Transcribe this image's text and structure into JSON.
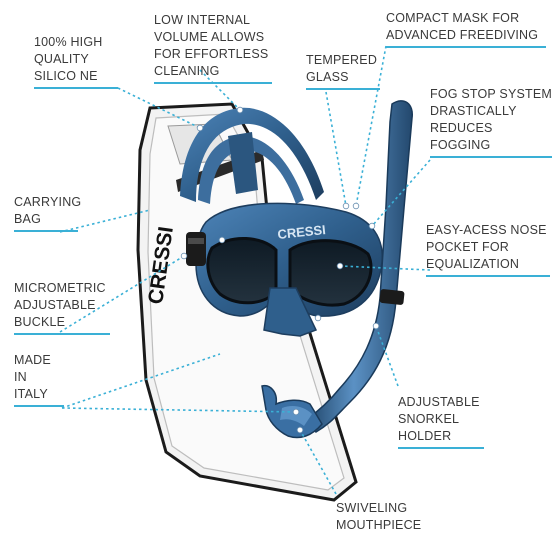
{
  "brand": {
    "mask_logo": "CRESSI",
    "bag_logo": "CRESSI"
  },
  "colors": {
    "accent": "#3ab0d6",
    "mask_blue": "#2f5f8c",
    "text": "#3a3a3a"
  },
  "labels": [
    {
      "id": "silicone",
      "lines": [
        "100% HIGH",
        "QUALITY",
        "SILICO  NE"
      ]
    },
    {
      "id": "volume",
      "lines": [
        "LOW INTERNAL",
        "VOLUME ALLOWS",
        "FOR EFFORTLESS",
        "CLEANING"
      ]
    },
    {
      "id": "tempered",
      "lines": [
        "TEMPERED",
        "GLASS"
      ]
    },
    {
      "id": "compact",
      "lines": [
        "COMPACT MASK FOR",
        "ADVANCED FREEDIVING"
      ]
    },
    {
      "id": "fog",
      "lines": [
        "FOG STOP SYSTEM",
        "DRASTICALLY",
        "REDUCES",
        "FOGGING"
      ]
    },
    {
      "id": "bag",
      "lines": [
        "CARRYING",
        "BAG"
      ]
    },
    {
      "id": "nose",
      "lines": [
        "EASY-ACESS NOSE",
        "POCKET FOR",
        "EQUALIZATION"
      ]
    },
    {
      "id": "buckle",
      "lines": [
        "MICROMETRIC",
        "ADJUSTABLE",
        "BUCKLE"
      ]
    },
    {
      "id": "italy",
      "lines": [
        "MADE",
        "IN",
        "ITALY"
      ]
    },
    {
      "id": "holder",
      "lines": [
        "ADJUSTABLE",
        "SNORKEL",
        "HOLDER"
      ]
    },
    {
      "id": "mouthpiece",
      "lines": [
        "SWIVELING",
        "MOUTHPIECE"
      ]
    }
  ]
}
